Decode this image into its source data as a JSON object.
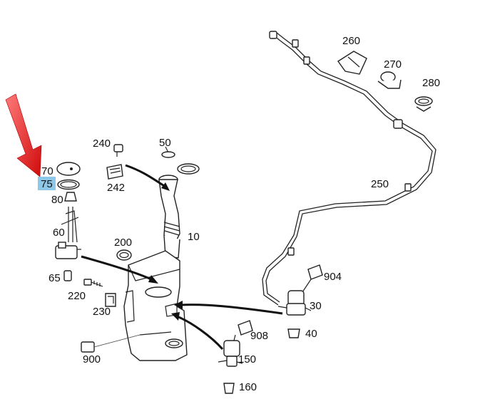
{
  "diagram": {
    "callouts": [
      {
        "id": "70",
        "text": "70",
        "highlighted": false
      },
      {
        "id": "75",
        "text": "75",
        "highlighted": true
      },
      {
        "id": "80",
        "text": "80",
        "highlighted": false
      },
      {
        "id": "60",
        "text": "60",
        "highlighted": false
      },
      {
        "id": "65",
        "text": "65",
        "highlighted": false
      },
      {
        "id": "220",
        "text": "220",
        "highlighted": false
      },
      {
        "id": "230",
        "text": "230",
        "highlighted": false
      },
      {
        "id": "240",
        "text": "240",
        "highlighted": false
      },
      {
        "id": "242",
        "text": "242",
        "highlighted": false
      },
      {
        "id": "50",
        "text": "50",
        "highlighted": false
      },
      {
        "id": "10",
        "text": "10",
        "highlighted": false
      },
      {
        "id": "200",
        "text": "200",
        "highlighted": false
      },
      {
        "id": "900",
        "text": "900",
        "highlighted": false
      },
      {
        "id": "908",
        "text": "908",
        "highlighted": false
      },
      {
        "id": "150",
        "text": "150",
        "highlighted": false
      },
      {
        "id": "160",
        "text": "160",
        "highlighted": false
      },
      {
        "id": "904",
        "text": "904",
        "highlighted": false
      },
      {
        "id": "30",
        "text": "30",
        "highlighted": false
      },
      {
        "id": "40",
        "text": "40",
        "highlighted": false
      },
      {
        "id": "250",
        "text": "250",
        "highlighted": false
      },
      {
        "id": "260",
        "text": "260",
        "highlighted": false
      },
      {
        "id": "270",
        "text": "270",
        "highlighted": false
      },
      {
        "id": "280",
        "text": "280",
        "highlighted": false
      }
    ],
    "colors": {
      "highlight": "#8ec8e8",
      "arrow_red": "#e01818",
      "line": "#222222"
    },
    "marker": {
      "type": "red-arrow",
      "points_to": "75"
    }
  }
}
